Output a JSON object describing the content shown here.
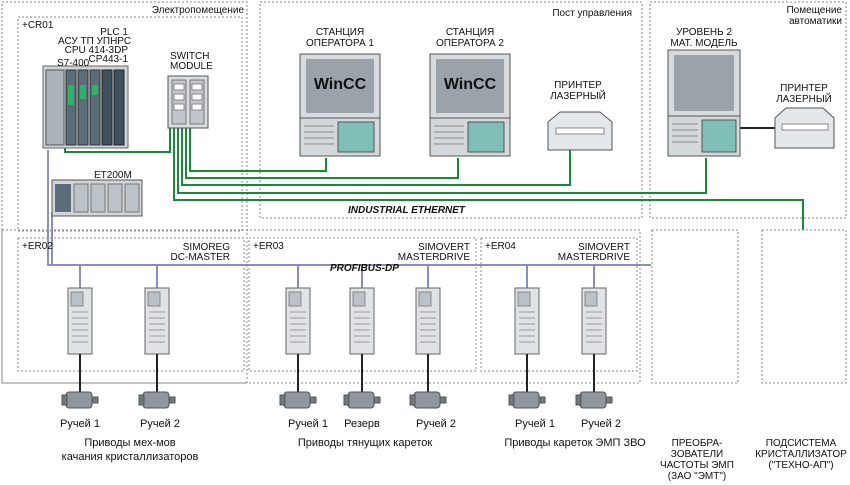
{
  "zones": {
    "elektro": "Электропомещение",
    "post": "Пост управления",
    "pomeschenie": [
      "Помещение",
      "автоматики"
    ]
  },
  "cabinets": {
    "cr01": "+CR01",
    "er02": "+ER02",
    "er03": "+ER03",
    "er04": "+ER04"
  },
  "plc": {
    "label": [
      "PLC 1",
      "АСУ ТП УПНРС",
      "CPU 414-3DP",
      "CP443-1"
    ],
    "s7": "S7-400"
  },
  "switch": [
    "SWITCH",
    "MODULE"
  ],
  "et200m": "ET200M",
  "stations": {
    "op1": [
      "СТАНЦИЯ",
      "ОПЕРАТОРА 1"
    ],
    "op2": [
      "СТАНЦИЯ",
      "ОПЕРАТОРА 2"
    ],
    "lvl2": [
      "УРОВЕНЬ 2",
      "МАТ. МОДЕЛЬ"
    ],
    "wincc": "WinCC"
  },
  "printers": {
    "p1": [
      "ПРИНТЕР",
      "ЛАЗЕРНЫЙ"
    ],
    "p2": [
      "ПРИНТЕР",
      "ЛАЗЕРНЫЙ"
    ]
  },
  "networks": {
    "ethernet": "INDUSTRIAL ETHERNET",
    "profibus": "PROFIBUS-DP"
  },
  "drives": {
    "simoreg": [
      "SIMOREG",
      "DC-MASTER"
    ],
    "simovert1": [
      "SIMOVERT",
      "MASTERDRIVE"
    ],
    "simovert2": [
      "SIMOVERT",
      "MASTERDRIVE"
    ]
  },
  "motors": [
    "Ручей 1",
    "Ручей 2",
    "Ручей 1",
    "Резерв",
    "Ручей 2",
    "Ручей 1",
    "Ручей 2"
  ],
  "groups": {
    "g1": [
      "Приводы мех-мов",
      "качания кристаллизаторов"
    ],
    "g2": "Приводы тянущих кареток",
    "g3": "Приводы кареток ЭМП ЗВО",
    "g4": [
      "ПРЕОБРА-",
      "ЗОВАТЕЛИ",
      "ЧАСТОТЫ ЭМП",
      "(ЗАО \"ЭМТ\")"
    ],
    "g5": [
      "ПОДСИСТЕМА",
      "КРИСТАЛЛИЗАТОР",
      "(\"ТЕХНО-АП\")"
    ]
  },
  "colors": {
    "ethernet": "#1a8a3a",
    "profibus": "#8a8fb8",
    "dash": "#777777",
    "screen": "#9aa3aa",
    "equipment": "#cfd4d8"
  }
}
